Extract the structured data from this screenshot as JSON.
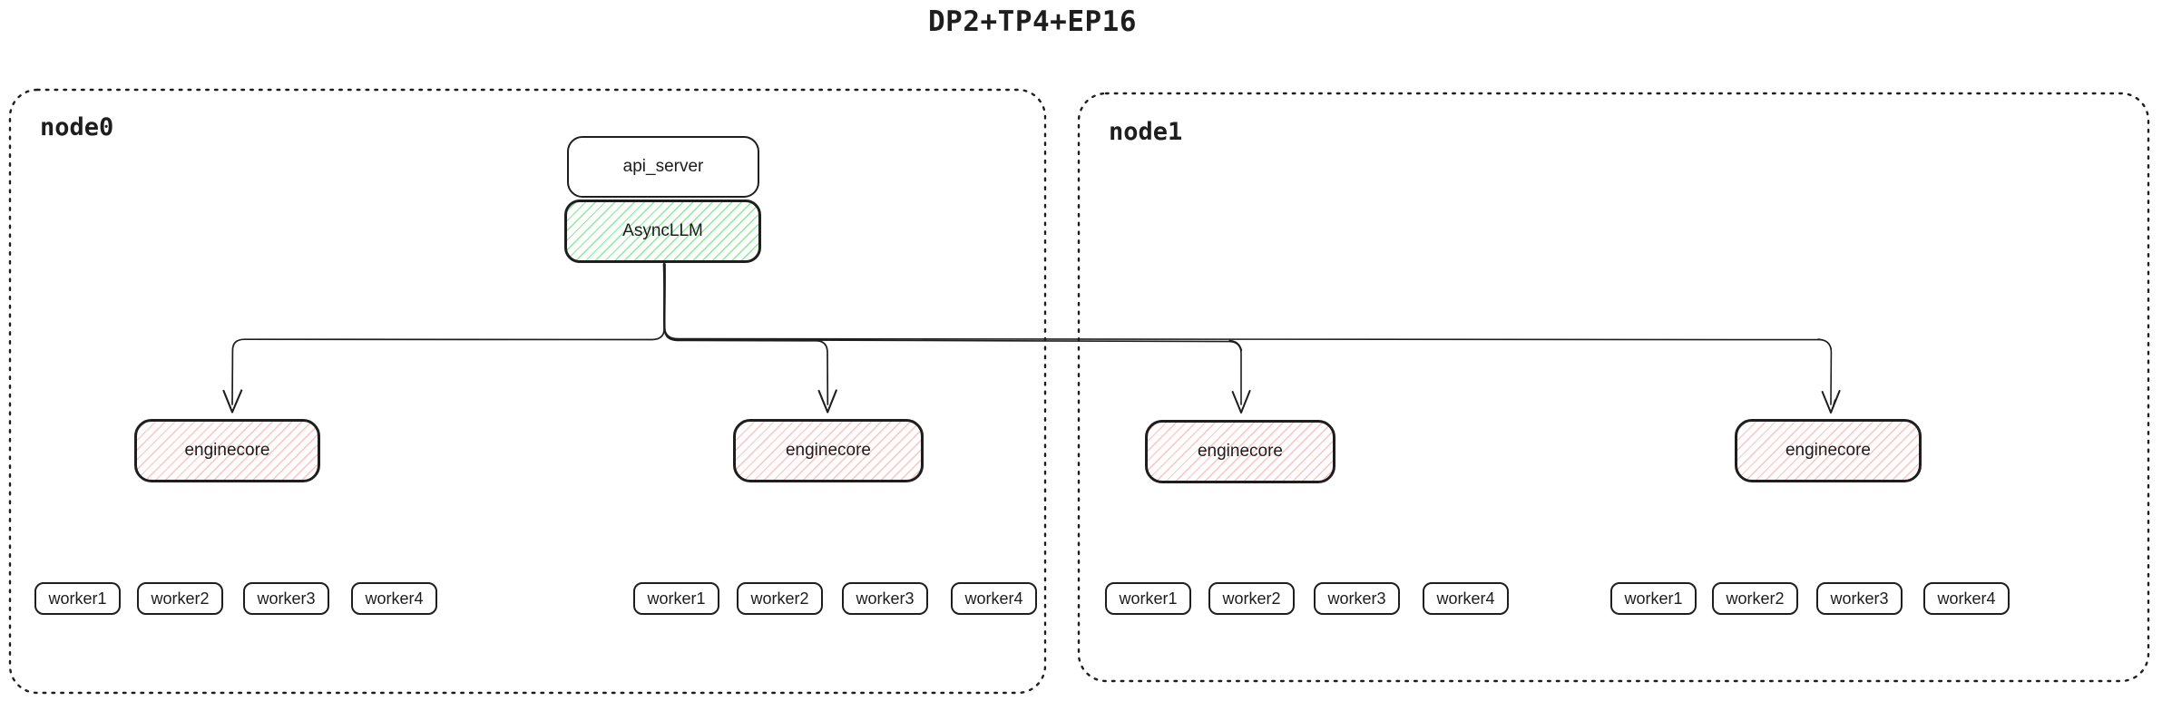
{
  "title": "DP2+TP4+EP16",
  "colors": {
    "stroke": "#1e1e1e",
    "green_hatch": "#8ce99a",
    "red_hatch": "#ffc1c1",
    "background": "#ffffff"
  },
  "nodes": [
    {
      "label": "node0",
      "api_server_label": "api_server",
      "asyncllm_label": "AsyncLLM",
      "enginecores": [
        {
          "label": "enginecore",
          "workers": [
            "worker1",
            "worker2",
            "worker3",
            "worker4"
          ]
        },
        {
          "label": "enginecore",
          "workers": [
            "worker1",
            "worker2",
            "worker3",
            "worker4"
          ]
        }
      ]
    },
    {
      "label": "node1",
      "enginecores": [
        {
          "label": "enginecore",
          "workers": [
            "worker1",
            "worker2",
            "worker3",
            "worker4"
          ]
        },
        {
          "label": "enginecore",
          "workers": [
            "worker1",
            "worker2",
            "worker3",
            "worker4"
          ]
        }
      ]
    }
  ]
}
